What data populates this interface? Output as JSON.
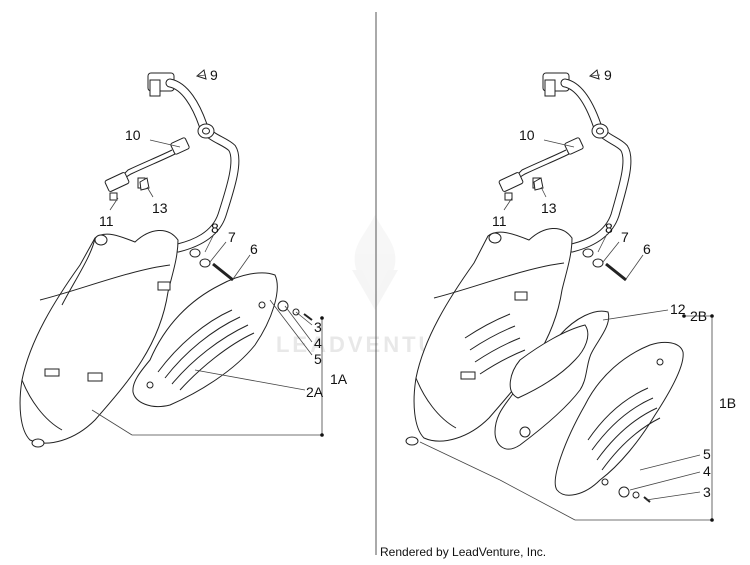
{
  "diagram": {
    "watermark": {
      "brand": "LEADVENTURE"
    },
    "credit": "Rendered by LeadVenture, Inc.",
    "left_view": {
      "callouts": {
        "c9": "9",
        "c10": "10",
        "c11": "11",
        "c13": "13",
        "c8": "8",
        "c7": "7",
        "c6": "6",
        "c3": "3",
        "c4": "4",
        "c5": "5",
        "c2A": "2A",
        "c1A": "1A"
      }
    },
    "right_view": {
      "callouts": {
        "c9": "9",
        "c10": "10",
        "c11": "11",
        "c13": "13",
        "c8": "8",
        "c7": "7",
        "c6": "6",
        "c12": "12",
        "c2B": "2B",
        "c1B": "1B",
        "c5": "5",
        "c4": "4",
        "c3": "3"
      }
    }
  }
}
